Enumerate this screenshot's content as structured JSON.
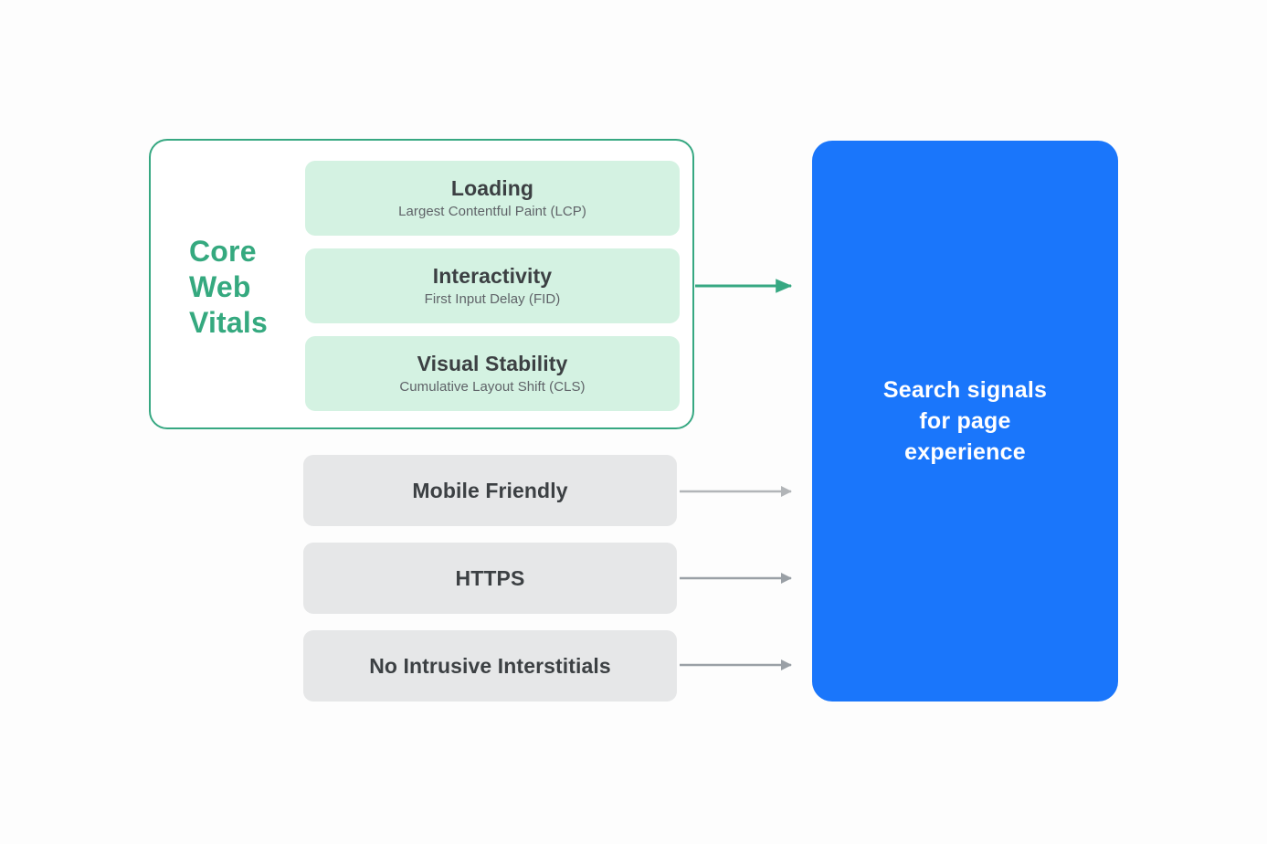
{
  "diagram": {
    "core_web_vitals": {
      "group_label": "Core Web Vitals",
      "group_label_lines": [
        "Core",
        "Web",
        "Vitals"
      ],
      "accent_color": "#35a97f",
      "border_color": "#37a882",
      "pill_color": "#d4f2e2",
      "metrics": [
        {
          "title": "Loading",
          "subtitle": "Largest Contentful Paint (LCP)"
        },
        {
          "title": "Interactivity",
          "subtitle": "First Input Delay (FID)"
        },
        {
          "title": "Visual Stability",
          "subtitle": "Cumulative Layout Shift (CLS)"
        }
      ]
    },
    "other_signals": {
      "box_color": "#e6e7e8",
      "items": [
        {
          "label": "Mobile Friendly"
        },
        {
          "label": "HTTPS"
        },
        {
          "label": "No Intrusive Interstitials"
        }
      ]
    },
    "outcome": {
      "text": "Search signals for page experience",
      "lines": [
        "Search signals",
        "for page",
        "experience"
      ],
      "background_color": "#1a76fb",
      "text_color": "#ffffff"
    },
    "connectors": [
      {
        "from": "core-web-vitals",
        "to": "outcome",
        "color": "#37a882",
        "style": "solid"
      },
      {
        "from": "mobile-friendly",
        "to": "outcome",
        "color": "#b0b3b6",
        "style": "solid"
      },
      {
        "from": "https",
        "to": "outcome",
        "color": "#9aa0a6",
        "style": "solid"
      },
      {
        "from": "no-intrusive-interstitials",
        "to": "outcome",
        "color": "#9aa0a6",
        "style": "solid"
      }
    ]
  }
}
